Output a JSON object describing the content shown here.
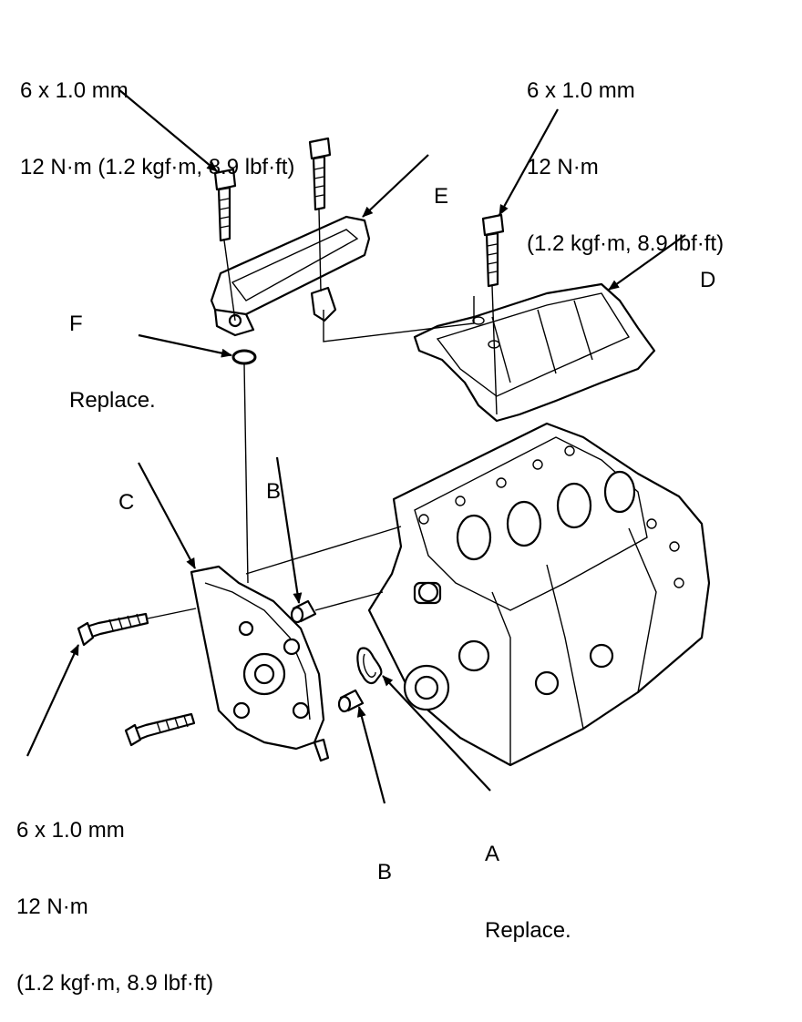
{
  "labels": {
    "torque_top_left": {
      "size": "6 x 1.0 mm",
      "torque": "12 N·m (1.2 kgf·m, 8.9 lbf·ft)"
    },
    "torque_top_right": {
      "size": "6 x 1.0 mm",
      "torque": "12 N·m",
      "conversion": "(1.2 kgf·m, 8.9 lbf·ft)"
    },
    "torque_bottom_left": {
      "size": "6 x 1.0 mm",
      "torque": "12 N·m",
      "conversion": "(1.2 kgf·m, 8.9 lbf·ft)"
    },
    "part_a": {
      "letter": "A",
      "note": "Replace."
    },
    "part_b_upper": {
      "letter": "B"
    },
    "part_b_lower": {
      "letter": "B"
    },
    "part_c": {
      "letter": "C"
    },
    "part_d": {
      "letter": "D"
    },
    "part_e": {
      "letter": "E"
    },
    "part_f": {
      "letter": "F",
      "note": "Replace."
    }
  },
  "parts": [
    {
      "id": "A",
      "icon": "o-ring-gasket-icon"
    },
    {
      "id": "B",
      "icon": "dowel-pin-icon"
    },
    {
      "id": "C",
      "icon": "oil-pump-icon"
    },
    {
      "id": "D",
      "icon": "baffle-plate-icon"
    },
    {
      "id": "E",
      "icon": "oil-strainer-icon"
    },
    {
      "id": "F",
      "icon": "o-ring-icon"
    }
  ]
}
